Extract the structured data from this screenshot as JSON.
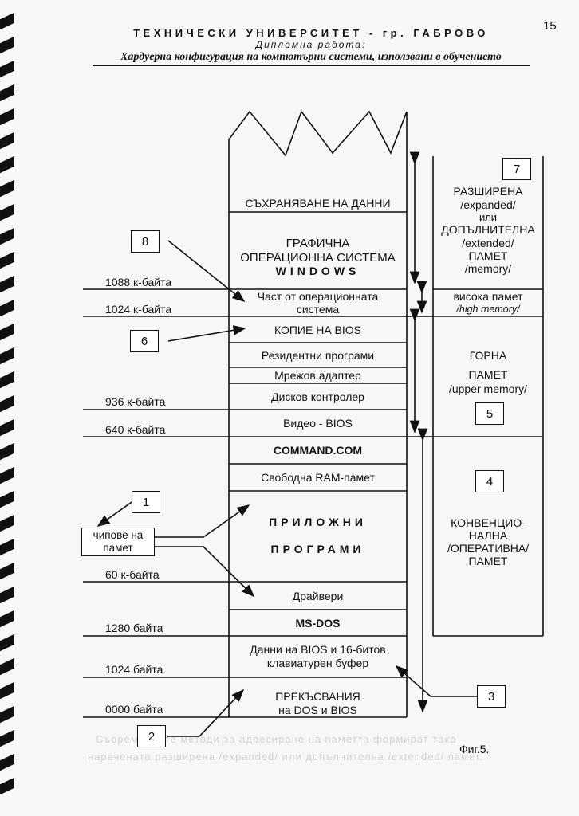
{
  "page_number": "15",
  "header": {
    "university": "ТЕХНИЧЕСКИ УНИВЕРСИТЕТ - гр. ГАБРОВО",
    "subtitle": "Дипломна работа:",
    "thesis_title": "Хардуерна конфигурация на компютърни системи, използвани в обучението"
  },
  "memory_blocks": {
    "data_storage": "СЪХРАНЯВАНЕ НА ДАННИ",
    "windows_line1": "ГРАФИЧНА",
    "windows_line2": "ОПЕРАЦИОННА СИСТЕМА",
    "windows_line3": "WINDOWS",
    "os_part_line1": "Част от операционната",
    "os_part_line2": "система",
    "bios_copy": "КОПИЕ НА BIOS",
    "resident": "Резидентни програми",
    "network": "Мрежов адаптер",
    "disk_ctrl": "Дисков контролер",
    "video_bios": "Видео - BIOS",
    "command_com": "COMMAND.COM",
    "free_ram": "Свободна RAM-памет",
    "apps_line1": "ПРИЛОЖНИ",
    "apps_line2": "ПРОГРАМИ",
    "drivers": "Драйвери",
    "msdos": "MS-DOS",
    "bios_data_line1": "Данни на BIOS и 16-битов",
    "bios_data_line2": "клавиатурен буфер",
    "interrupts_line1": "ПРЕКЪСВАНИЯ",
    "interrupts_line2": "на DOS и BIOS"
  },
  "address_labels": {
    "a1088k": "1088 к-байта",
    "a1024k": "1024 к-байта",
    "a936k": "936 к-байта",
    "a640k": "640 к-байта",
    "a60k": "60 к-байта",
    "a1280": "1280 байта",
    "a1024": "1024 байта",
    "a0000": "0000 байта"
  },
  "regions": {
    "extended_line1": "РАЗШИРЕНА",
    "extended_line2": "/expanded/",
    "extended_line3": "или",
    "extended_line4": "ДОПЪЛНИТЕЛНА",
    "extended_line5": "/extended/",
    "extended_line6": "ПАМЕТ",
    "extended_line7": "/memory/",
    "high_line1": "висока памет",
    "high_line2": "/high memory/",
    "upper_line1": "ГОРНА",
    "upper_line2": "ПАМЕТ",
    "upper_line3": "/upper memory/",
    "conv_line1": "КОНВЕНЦИО-",
    "conv_line2": "НАЛНА",
    "conv_line3": "/ОПЕРАТИВНА/",
    "conv_line4": "ПАМЕТ"
  },
  "callouts": {
    "n1": "1",
    "n2": "2",
    "n3": "3",
    "n4": "4",
    "n5": "5",
    "n6": "6",
    "n7": "7",
    "n8": "8"
  },
  "chips_line1": "чипове на",
  "chips_line2": "памет",
  "figure_caption": "Фиг.5.",
  "bleed_through_lines": [
    "Съвременните методи за адресиране на паметта формират така",
    "наречената разширена /expanded/ или допълнителна /extended/ памет."
  ]
}
